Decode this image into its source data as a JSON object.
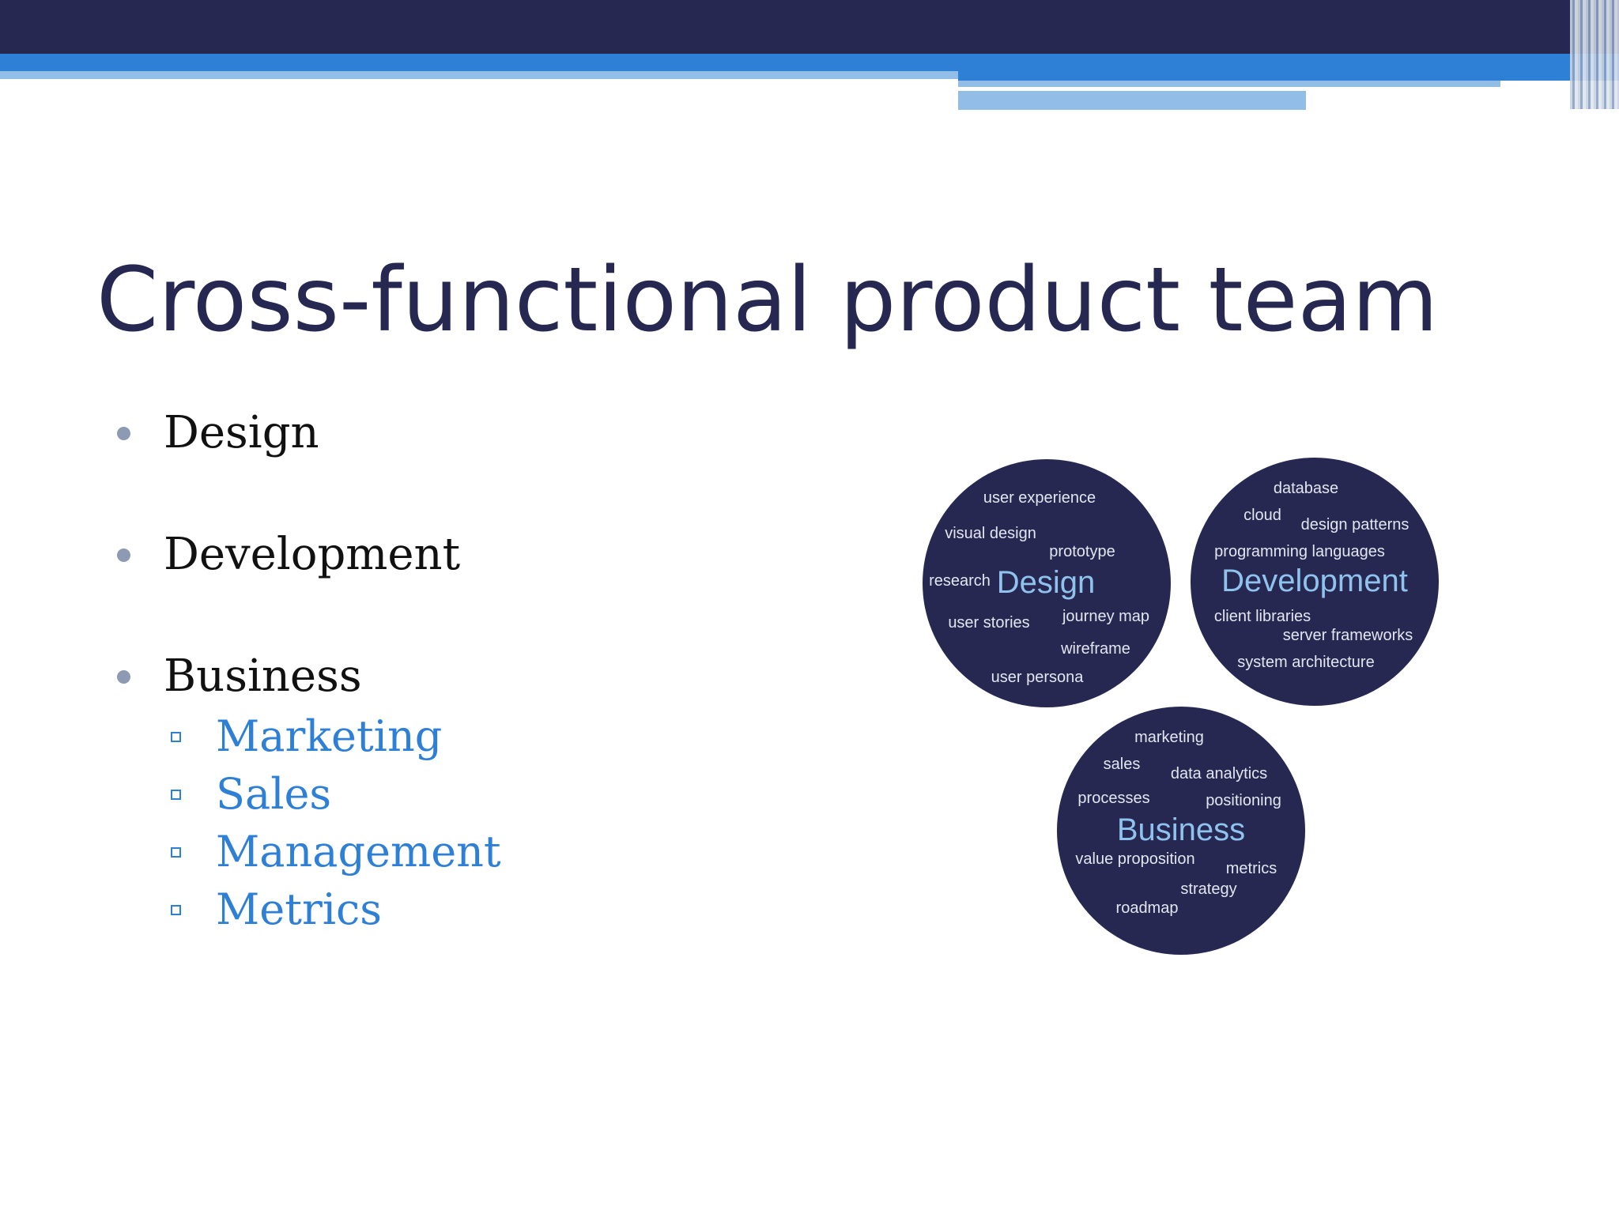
{
  "slide": {
    "title": "Cross-functional product team"
  },
  "bullets": [
    {
      "label": "Design"
    },
    {
      "label": "Development"
    },
    {
      "label": "Business",
      "subitems": [
        "Marketing",
        "Sales",
        "Management",
        "Metrics"
      ]
    }
  ],
  "clouds": {
    "design": {
      "center": "Design",
      "words": [
        "user experience",
        "visual design",
        "prototype",
        "research",
        "user stories",
        "journey map",
        "wireframe",
        "user persona"
      ]
    },
    "development": {
      "center": "Development",
      "words": [
        "database",
        "cloud",
        "design patterns",
        "programming languages",
        "client libraries",
        "server frameworks",
        "system architecture"
      ]
    },
    "business": {
      "center": "Business",
      "words": [
        "marketing",
        "sales",
        "data analytics",
        "processes",
        "positioning",
        "value proposition",
        "metrics",
        "strategy",
        "roadmap"
      ]
    }
  },
  "colors": {
    "navy": "#262851",
    "accent_blue": "#2e7fd6",
    "light_blue": "#92bde6",
    "cloud_highlight": "#8fc3ee"
  }
}
